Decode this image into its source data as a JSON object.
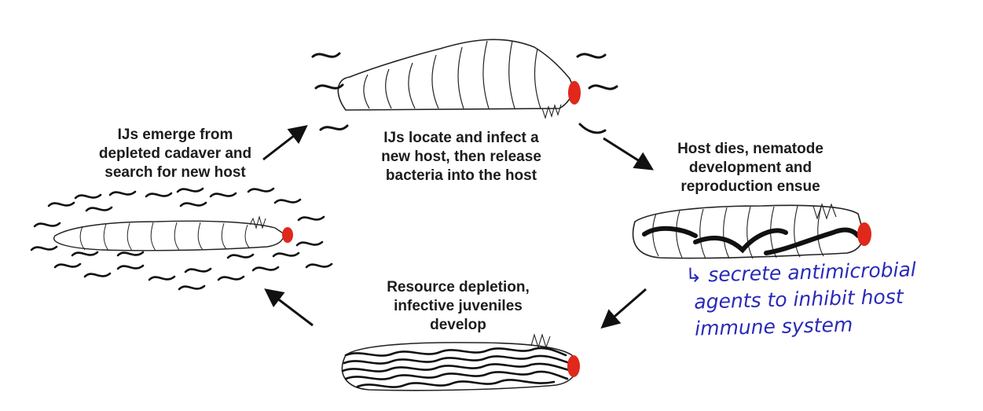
{
  "stages": [
    {
      "id": "emerge",
      "lines": [
        "IJs emerge from",
        "depleted cadaver and",
        "search for new host"
      ]
    },
    {
      "id": "infect",
      "lines": [
        "IJs locate and infect a",
        "new host, then release",
        "bacteria into the host"
      ]
    },
    {
      "id": "host-dies",
      "lines": [
        "Host dies, nematode",
        "development and",
        "reproduction ensue"
      ]
    },
    {
      "id": "depletion",
      "lines": [
        "Resource depletion,",
        "infective juveniles",
        "develop"
      ]
    }
  ],
  "annotation": {
    "lines": [
      "↳ secrete antimicrobial",
      "agents to inhibit host",
      "immune system"
    ]
  },
  "colors": {
    "larva_outline": "#222222",
    "head": "#e0281c",
    "nematode": "#111111",
    "arrow": "#111111",
    "label_text": "#1c1c1c",
    "annotation_ink": "#2a2ab8"
  }
}
